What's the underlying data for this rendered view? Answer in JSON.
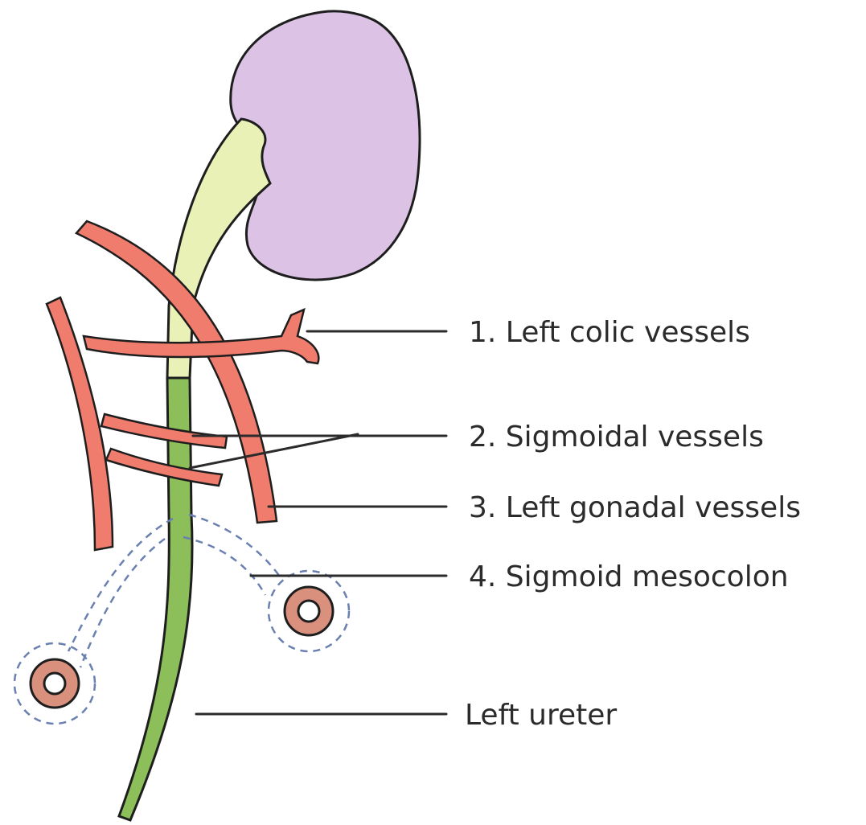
{
  "labels": {
    "left_colic": "1. Left colic vessels",
    "sigmoidal": "2. Sigmoidal vessels",
    "left_gonadal": "3. Left gonadal vessels",
    "sigmoid_mesocolon": "4. Sigmoid mesocolon",
    "left_ureter": "Left ureter"
  },
  "colors": {
    "kidney_fill": "#dcc3e6",
    "renal_pelvis_fill": "#e9f1b7",
    "ureter_fill": "#8cbf5a",
    "vessel_fill": "#f07c6e",
    "colon_fill": "#d9917d",
    "mesocolon_line": "#6a80b0",
    "outline": "#1e1e1e"
  }
}
